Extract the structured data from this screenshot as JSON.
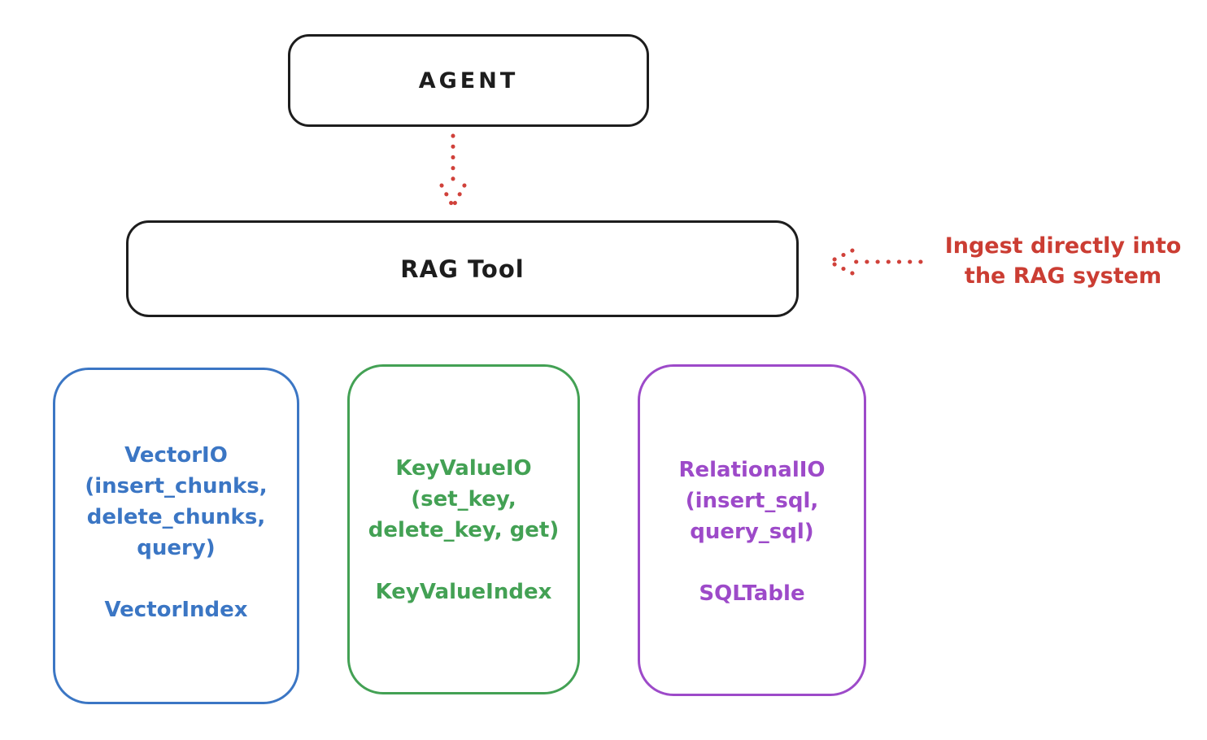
{
  "diagram": {
    "background": "#ffffff",
    "stroke_black": "#1d1d1d",
    "accent_red": "#d0413a",
    "agent_box": {
      "label": "AGENT"
    },
    "rag_tool_box": {
      "label": "RAG Tool"
    },
    "agent_to_rag_arrow": {
      "style": "dotted",
      "direction": "down",
      "color": "#d0413a"
    },
    "annotation": {
      "text_line1": "Ingest directly into",
      "text_line2": "the RAG system",
      "color": "#cb3d33",
      "arrow": {
        "style": "dotted",
        "direction": "left",
        "color": "#d0413a"
      }
    },
    "io_boxes": [
      {
        "name": "vector-io",
        "color": "#3b76c4",
        "title_lines": [
          "VectorIO",
          "(insert_chunks,",
          "delete_chunks,",
          "query)"
        ],
        "index_label": "VectorIndex"
      },
      {
        "name": "keyvalue-io",
        "color": "#43a154",
        "title_lines": [
          "KeyValueIO",
          "(set_key,",
          "delete_key, get)"
        ],
        "index_label": "KeyValueIndex"
      },
      {
        "name": "relational-io",
        "color": "#9d4ac9",
        "title_lines": [
          "RelationalIO",
          "(insert_sql,",
          "query_sql)"
        ],
        "index_label": "SQLTable"
      }
    ]
  }
}
